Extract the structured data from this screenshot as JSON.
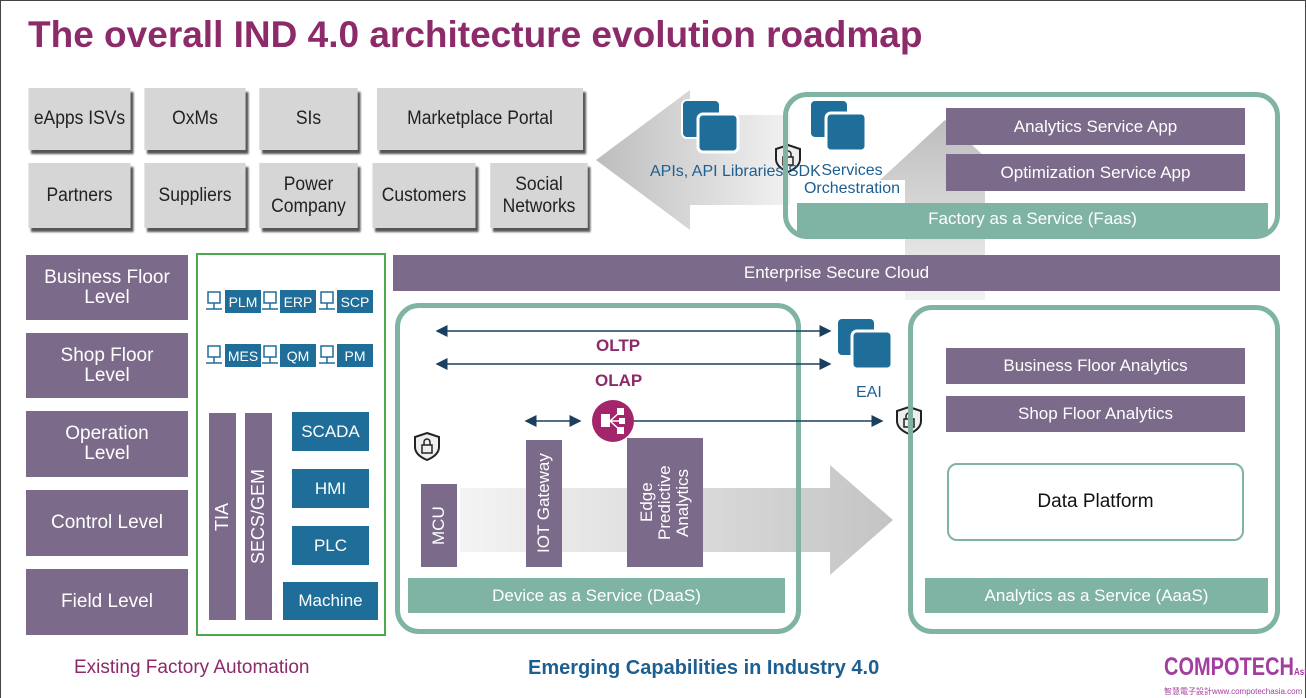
{
  "title": "The overall IND 4.0 architecture evolution roadmap",
  "ecosystem": {
    "row1": [
      "eApps ISVs",
      "OxMs",
      "SIs",
      "Marketplace Portal"
    ],
    "row2": [
      "Partners",
      "Suppliers",
      "Power Company",
      "Customers",
      "Social Networks"
    ]
  },
  "apis_label": "APIs, API Libraries,SDK",
  "services_orchestration": "Services Orchestration",
  "faas": {
    "apps": [
      "Analytics Service App",
      "Optimization Service App"
    ],
    "bar": "Factory as a Service (Faas)"
  },
  "enterprise_cloud": "Enterprise Secure Cloud",
  "levels": [
    "Business Floor Level",
    "Shop Floor Level",
    "Operation Level",
    "Control Level",
    "Field Level"
  ],
  "factory": {
    "systems": [
      "PLM",
      "ERP",
      "SCP",
      "MES",
      "QM",
      "PM"
    ],
    "vertical": [
      "TIA",
      "SECS/GEM"
    ],
    "stack": [
      "SCADA",
      "HMI",
      "PLC",
      "Machine"
    ]
  },
  "daas": {
    "oltp": "OLTP",
    "olap": "OLAP",
    "mcu": "MCU",
    "iot": "IOT Gateway",
    "edge": "Edge Predictive Analytics",
    "bar": "Device as a Service (DaaS)"
  },
  "eai": "EAI",
  "aaas": {
    "analytics": [
      "Business Floor Analytics",
      "Shop Floor Analytics"
    ],
    "platform": "Data Platform",
    "bar": "Analytics as a Service (AaaS)"
  },
  "footer": {
    "left": "Existing Factory Automation",
    "right": "Emerging Capabilities in Industry 4.0"
  },
  "logo": {
    "name": "COMPOTECH",
    "suffix": "Asia",
    "tagline": "智慧電子設計www.compotechasia.com"
  },
  "colors": {
    "title": "#8c2a6a",
    "purple": "#7b6a8a",
    "teal": "#7fb3a3",
    "blue": "#1f6e9a",
    "node": "#a3266d"
  }
}
